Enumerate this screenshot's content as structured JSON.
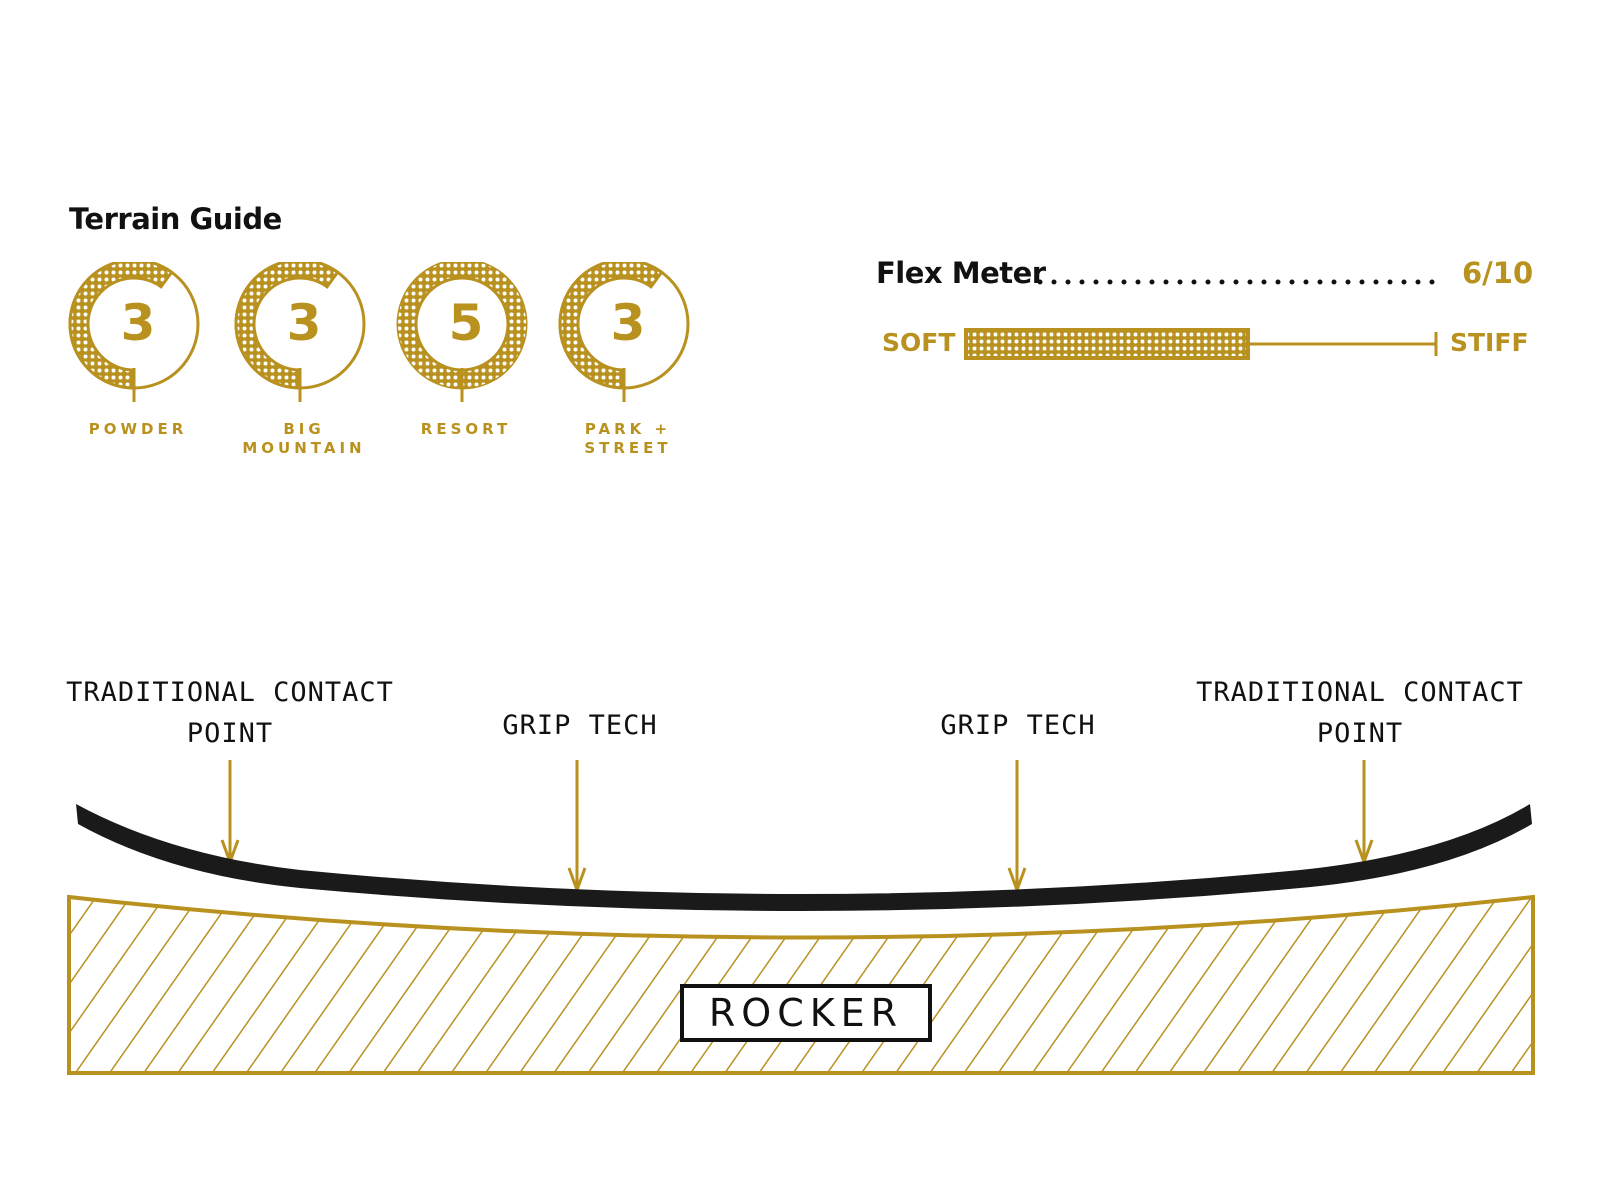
{
  "terrain_guide": {
    "title": "Terrain Guide",
    "scale_max": 5,
    "items": [
      {
        "label": "POWDER",
        "value": "3",
        "rating": 3
      },
      {
        "label": "BIG\nMOUNTAIN",
        "value": "3",
        "rating": 3
      },
      {
        "label": "RESORT",
        "value": "5",
        "rating": 5
      },
      {
        "label": "PARK +\nSTREET",
        "value": "3",
        "rating": 3
      }
    ]
  },
  "flex_meter": {
    "title": "Flex Meter",
    "value_text": "6/10",
    "value": 6,
    "max": 10,
    "soft_label": "SOFT",
    "stiff_label": "STIFF"
  },
  "profile": {
    "callouts": [
      {
        "text": "TRADITIONAL CONTACT\nPOINT"
      },
      {
        "text": "GRIP TECH"
      },
      {
        "text": "GRIP TECH"
      },
      {
        "text": "TRADITIONAL CONTACT\nPOINT"
      }
    ],
    "type_label": "ROCKER"
  },
  "colors": {
    "accent": "#b8911f",
    "ink": "#111111",
    "background": "#ffffff"
  }
}
